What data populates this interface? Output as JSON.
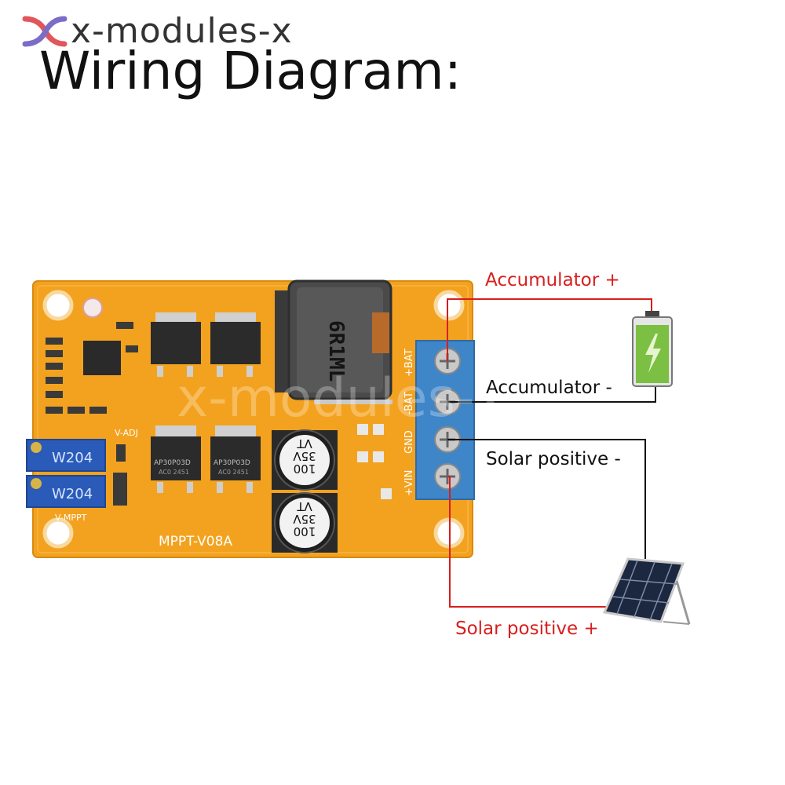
{
  "brand": {
    "name": "x-modules-x",
    "watermark": "x-modules-x"
  },
  "title": "Wiring Diagram:",
  "board": {
    "model": "MPPT-V08A",
    "labels": {
      "v_adj": "V-ADJ",
      "v_mppt": "V-MPPT"
    },
    "potentiometers": [
      "W204",
      "W204"
    ],
    "inductor": "6R1ML",
    "mosfets": [
      "AP30P03D",
      "AP30P03D"
    ],
    "mosfet_sub": "AC0 2451",
    "capacitors": [
      {
        "value": "100",
        "voltage": "35V",
        "series": "VT"
      },
      {
        "value": "100",
        "voltage": "35V",
        "series": "VT"
      }
    ],
    "terminal_labels": [
      "+BAT",
      "-BAT",
      "GND",
      "+VIN"
    ]
  },
  "wiring": [
    {
      "text": "Accumulator +",
      "color": "#d81e1e"
    },
    {
      "text": "Accumulator -",
      "color": "#111111"
    },
    {
      "text": "Solar positive -",
      "color": "#111111"
    },
    {
      "text": "Solar positive +",
      "color": "#d81e1e"
    }
  ],
  "colors": {
    "pcb": "#f3a21f",
    "terminal": "#3f86c8",
    "wire_red": "#d81e1e",
    "wire_black": "#111111"
  }
}
